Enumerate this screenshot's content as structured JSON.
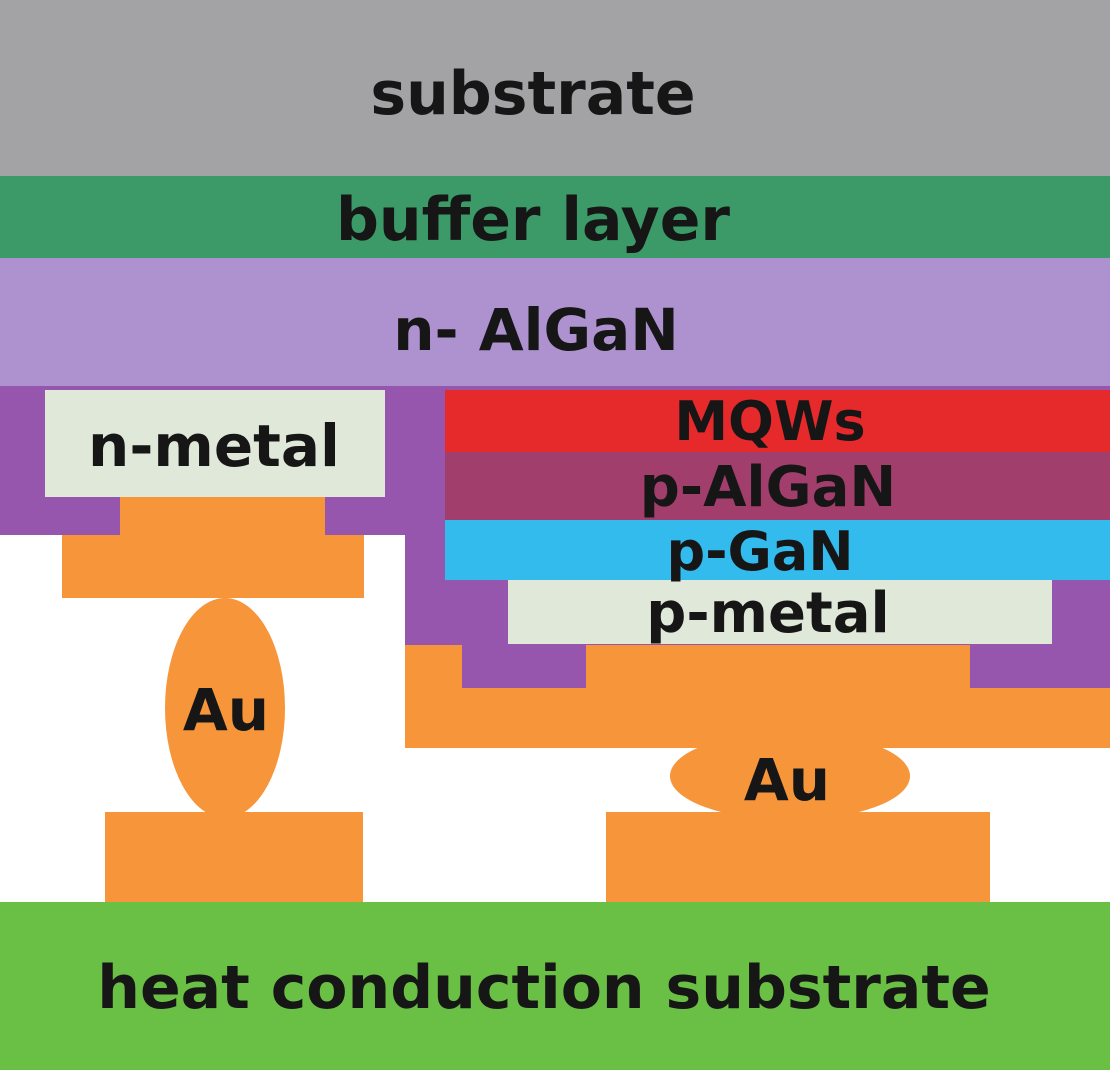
{
  "colors": {
    "background": "#ffffff",
    "substrate": "#a3a3a5",
    "buffer_layer": "#3b9a67",
    "n_algan": "#ad92cf",
    "mesa_fill": "#9656ad",
    "metal": "#dfe8d9",
    "mqws": "#e6292b",
    "p_algan": "#a23e6c",
    "p_gan": "#32bbec",
    "au": "#f7953a",
    "heat_conduction_substrate": "#6abf45",
    "text": "#161616"
  },
  "labels": {
    "substrate": "substrate",
    "buffer_layer": "buffer layer",
    "n_algan": "n- AlGaN",
    "n_metal": "n-metal",
    "mqws": "MQWs",
    "p_algan": "p-AlGaN",
    "p_gan": "p-GaN",
    "p_metal": "p-metal",
    "au_left": "Au",
    "au_right": "Au",
    "heat_conduction_substrate": "heat conduction substrate"
  }
}
